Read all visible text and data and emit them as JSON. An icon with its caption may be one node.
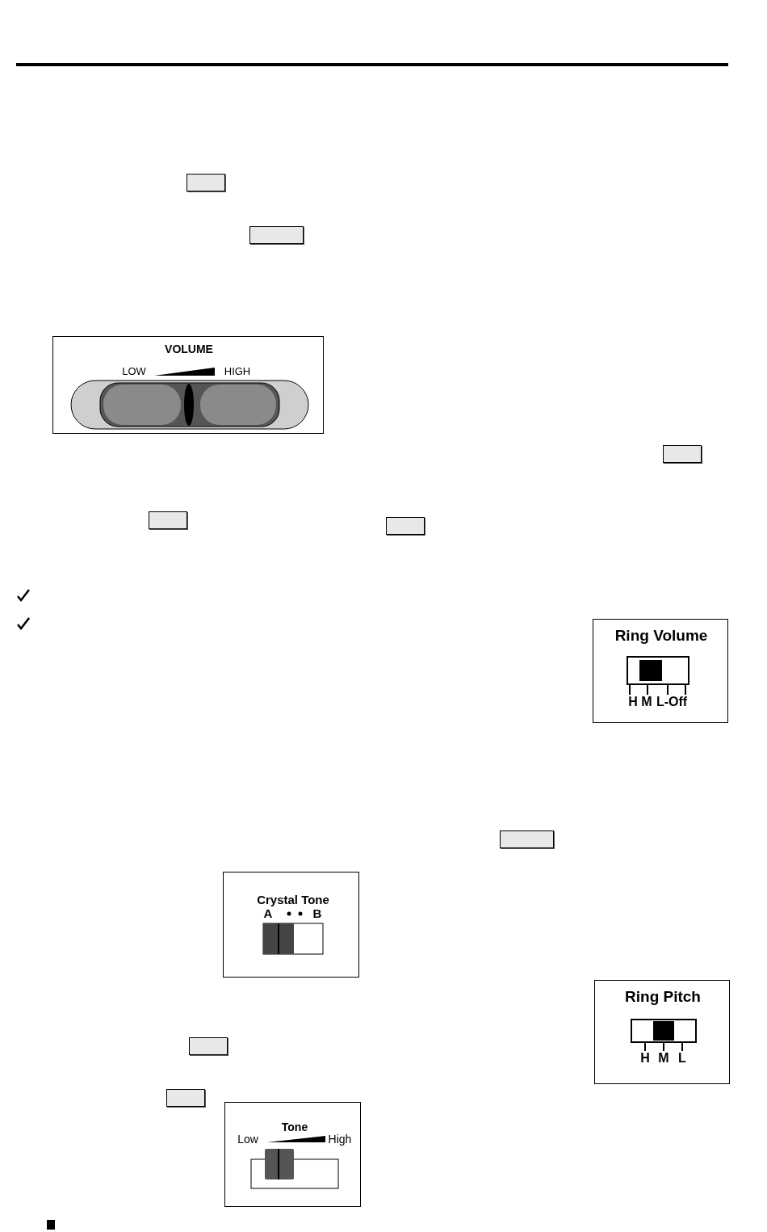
{
  "diagram": {
    "nodes": [
      {
        "text": [
          "VOLUME",
          "LOW",
          "HIGH"
        ]
      },
      {
        "text": [
          "Ring Volume",
          "H",
          "M",
          "L-Off"
        ]
      },
      {
        "text": [
          "Crystal Tone",
          "A",
          "B"
        ]
      },
      {
        "text": [
          "Ring Pitch",
          "H",
          "M",
          "L"
        ]
      },
      {
        "text": [
          "Tone",
          "Low",
          "High"
        ]
      }
    ]
  }
}
